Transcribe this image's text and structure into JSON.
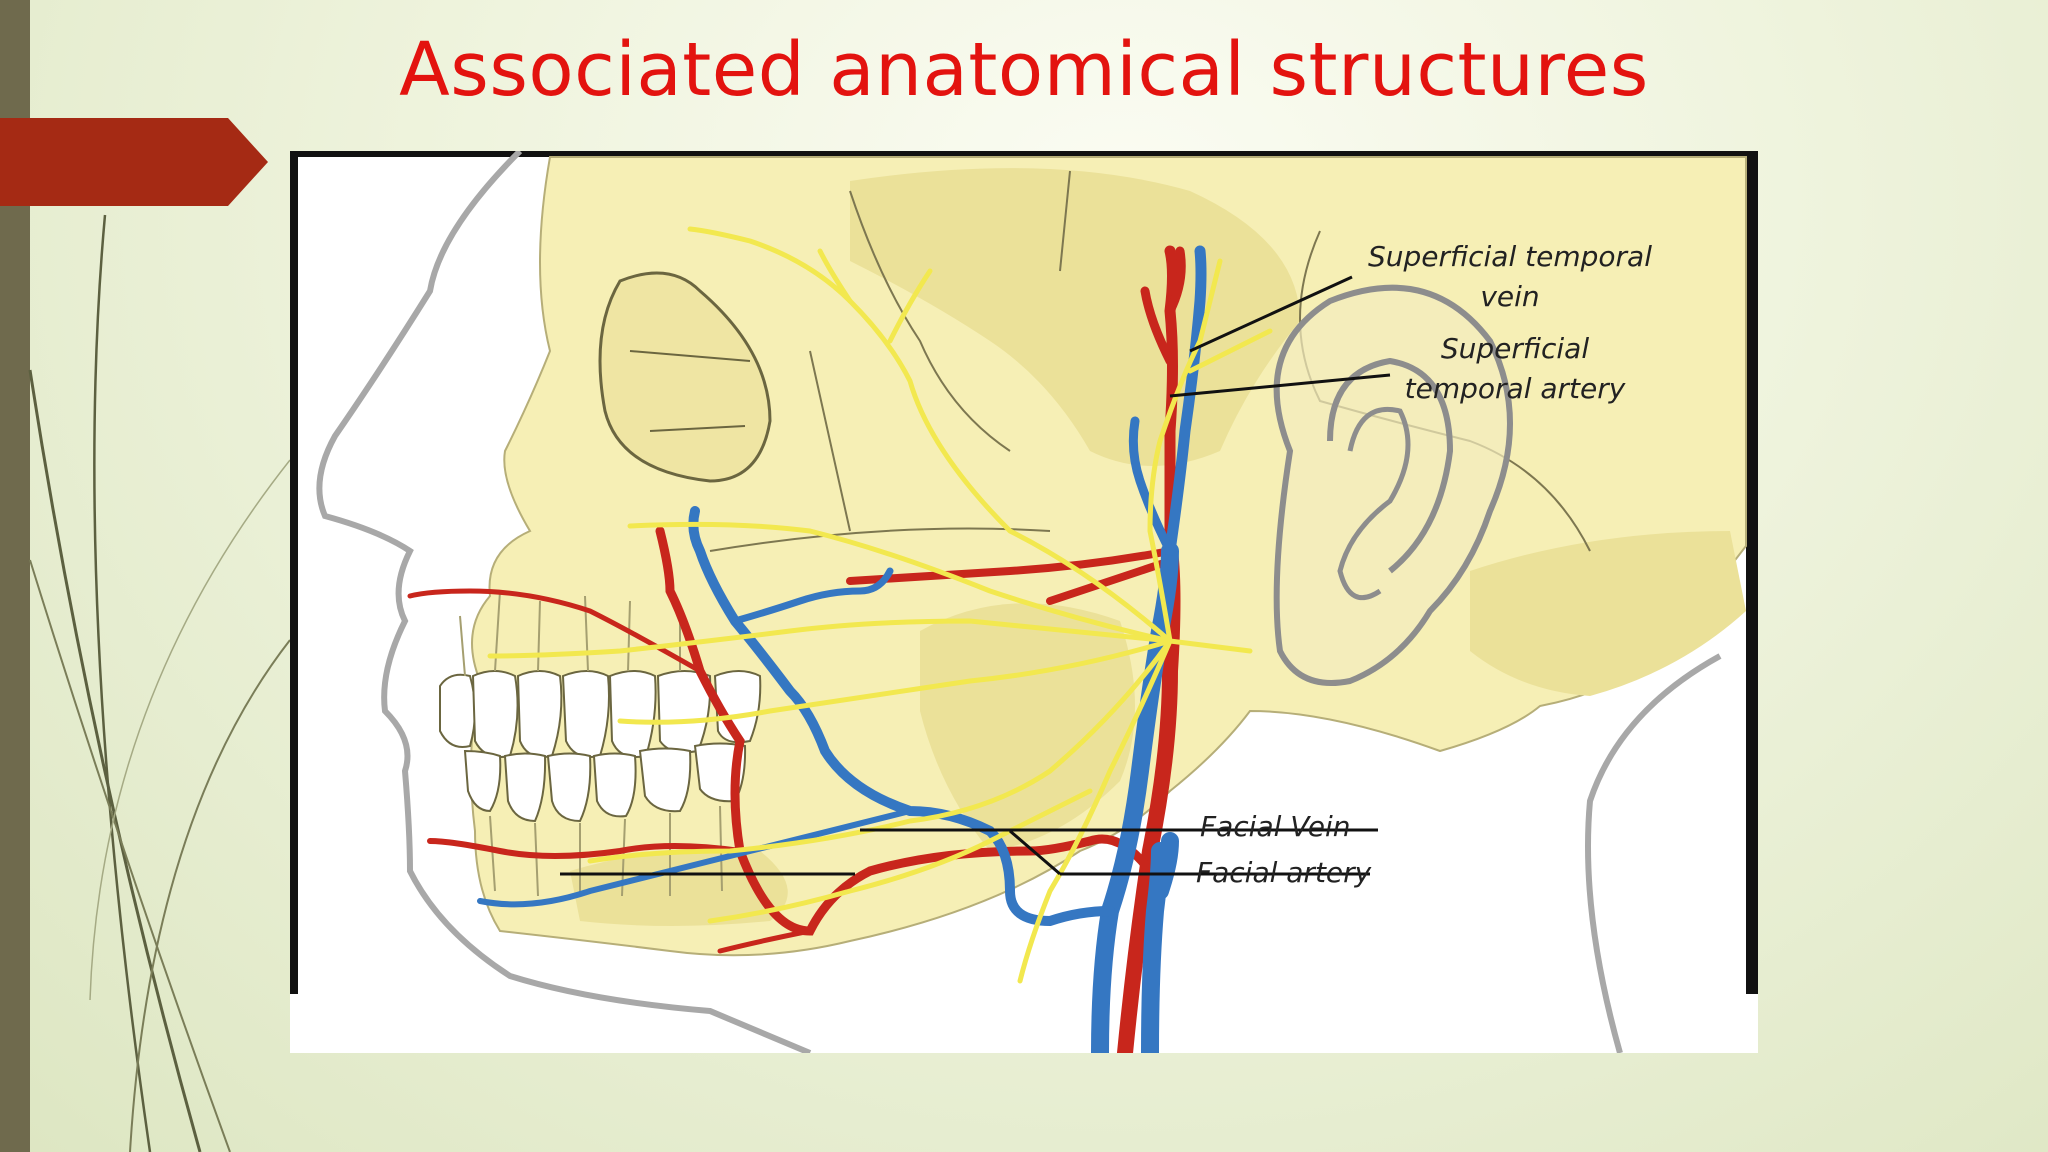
{
  "slide": {
    "title": "Associated anatomical structures"
  },
  "diagram": {
    "labels": {
      "superficial_temporal_vein": [
        "Superficial temporal",
        "vein"
      ],
      "superficial_temporal_artery": [
        "Superficial",
        "temporal artery"
      ],
      "facial_vein": "Facial Vein",
      "facial_artery": "Facial artery"
    },
    "colors": {
      "artery": "#c8261c",
      "vein": "#3577c2",
      "nerve": "#f2e84f",
      "bone": "#f6efb5",
      "bone_shadow": "#ebe199",
      "title": "#e3130f",
      "accent_arrow": "#a52a14"
    }
  }
}
